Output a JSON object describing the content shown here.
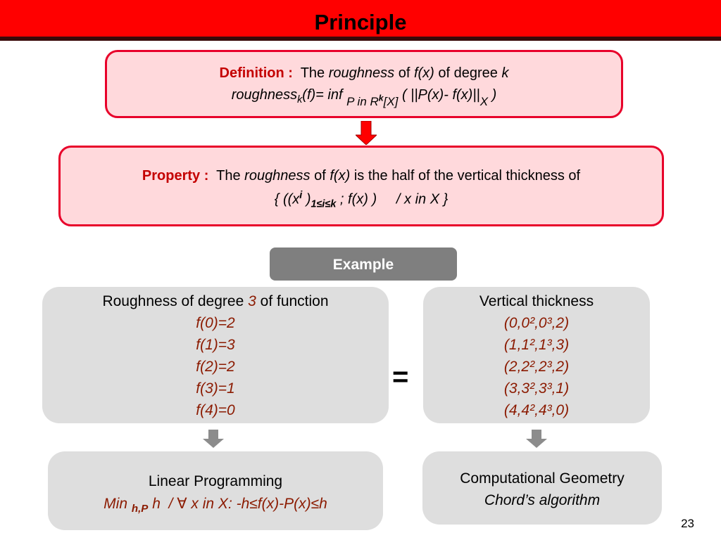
{
  "title": "Principle",
  "definition": {
    "label": "Definition :",
    "t1": "The",
    "t2": "roughness",
    "t3": "of",
    "t4": "f(x)",
    "t5": "of degree",
    "t6": "k",
    "f1": "roughness",
    "f1_sub": "k",
    "f2": "(f)= inf",
    "f3": "P in R",
    "f3_sup": "k",
    "f4": "[X]",
    "f5": "( ||P(x)- f(x)||",
    "f5_sub": "X",
    "f6": ")"
  },
  "property": {
    "label": "Property :",
    "t1": "The",
    "t2": "roughness",
    "t3": "of",
    "t4": "f(x)",
    "t5": "is the half of the vertical thickness of",
    "s1": "{ ((x",
    "s1_sup": "i",
    "s2": ")",
    "s2_sub": "1≤i≤k",
    "s3": "; f(x) )     / x in X }"
  },
  "example_label": "Example",
  "left_box": {
    "h1": "Roughness of degree",
    "h2": "3",
    "h3": "of function",
    "values": [
      "f(0)=2",
      "f(1)=3",
      "f(2)=2",
      "f(3)=1",
      "f(4)=0"
    ]
  },
  "equals": "=",
  "right_box": {
    "heading": "Vertical thickness",
    "values": [
      "(0,0²,0³,2)",
      "(1,1²,1³,3)",
      "(2,2²,2³,2)",
      "(3,3²,3³,1)",
      "(4,4²,4³,0)"
    ]
  },
  "bottom_left": {
    "title": "Linear Programming",
    "m1": "Min",
    "m1_sub": "h,P",
    "m2": "h  / ∀ x in X: -h≤f(x)-P(x)≤h"
  },
  "bottom_right": {
    "title": "Computational Geometry",
    "subtitle": "Chord’s algorithm"
  },
  "page_number": "23",
  "colors": {
    "title_bar": "#ff0000",
    "box_border": "#e8002a",
    "box_fill": "#ffd9dc",
    "label_red": "#c40000",
    "example_fill": "#7f7f7f",
    "grey_box": "#dedede",
    "brown_text": "#8b1a00"
  }
}
